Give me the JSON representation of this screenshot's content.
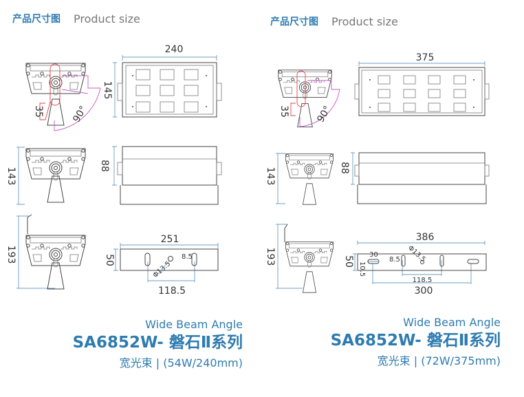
{
  "left": {
    "header": {
      "title_cn": "产品尺寸图",
      "title_en": "Product size"
    },
    "dims": {
      "angle_offset": "35",
      "angle": "90°",
      "width_top": "240",
      "height_top": "145",
      "height_side": "143",
      "depth": "88",
      "height_bracket": "193",
      "bracket_length": "251",
      "bracket_width": "50",
      "slot": "8.5",
      "hole": "Φ13.5",
      "slot_spacing": "118.5"
    },
    "footer": {
      "subtitle": "Wide Beam Angle",
      "model": "SA6852W- 磐石Ⅱ系列",
      "spec": "宽光束 | (54W/240mm)"
    }
  },
  "right": {
    "header": {
      "title_cn": "产品尺寸图",
      "title_en": "Product size"
    },
    "dims": {
      "angle_offset": "35",
      "angle": "90°",
      "width_top": "375",
      "height_side": "143",
      "depth": "88",
      "height_bracket": "193",
      "bracket_length": "386",
      "bracket_width": "50",
      "slot_len": "30",
      "slot_w": "10.5",
      "slot": "8.5",
      "hole": "Φ13.5",
      "slot_spacing": "118.5",
      "mount_spacing": "300"
    },
    "footer": {
      "subtitle": "Wide Beam Angle",
      "model": "SA6852W- 磐石Ⅱ系列",
      "spec": "宽光束 | (72W/375mm)"
    }
  },
  "colors": {
    "accent": "#2e7bb0",
    "dimension_line": "#6d9cc4",
    "angle_red": "#e0414a",
    "angle_arc": "#c65bc7"
  }
}
